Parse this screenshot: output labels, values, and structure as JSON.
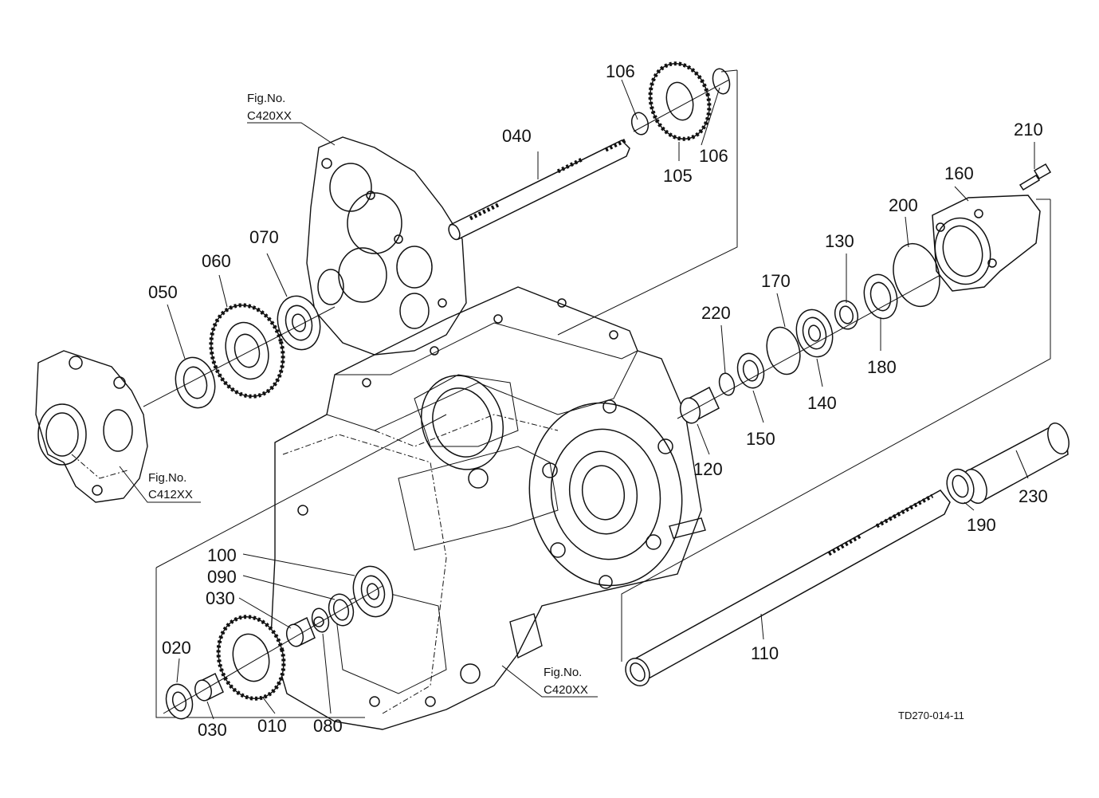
{
  "diagram": {
    "doc_id": "TD270-014-11",
    "part_labels": [
      "010",
      "020",
      "030",
      "030",
      "040",
      "050",
      "060",
      "070",
      "080",
      "090",
      "100",
      "105",
      "106",
      "106",
      "110",
      "120",
      "130",
      "140",
      "150",
      "160",
      "170",
      "180",
      "190",
      "200",
      "210",
      "220",
      "230"
    ],
    "fig_refs": [
      {
        "line1": "Fig.No.",
        "line2": "C420XX"
      },
      {
        "line1": "Fig.No.",
        "line2": "C412XX"
      },
      {
        "line1": "Fig.No.",
        "line2": "C420XX"
      }
    ]
  }
}
